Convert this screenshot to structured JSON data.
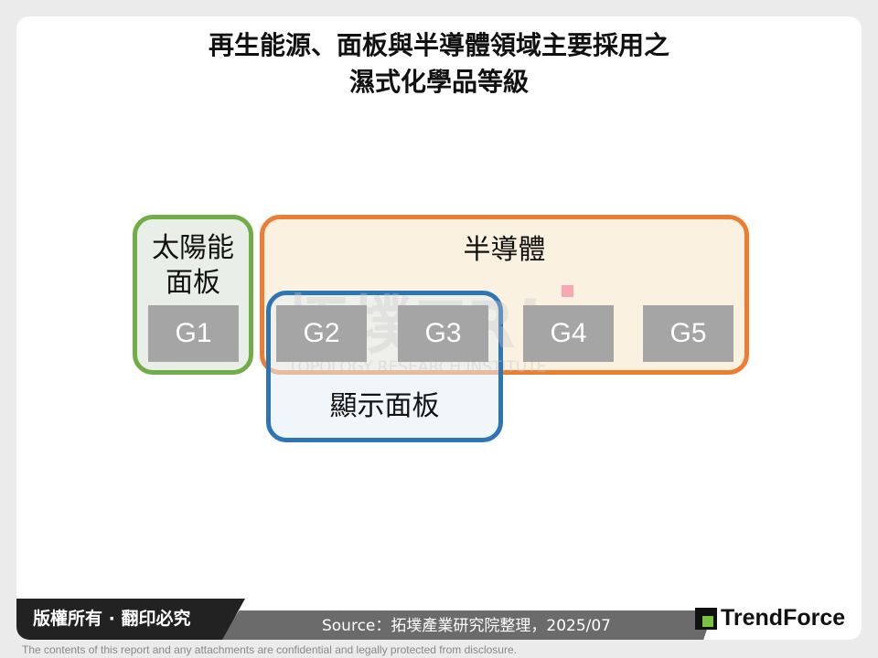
{
  "title": {
    "line1": "再生能源、面板與半導體領域主要採用之",
    "line2": "濕式化學品等級"
  },
  "groups": {
    "solar": "太陽能\n面板",
    "semiconductor": "半導體",
    "display": "顯示面板"
  },
  "grades": [
    "G1",
    "G2",
    "G3",
    "G4",
    "G5"
  ],
  "colors": {
    "solar": "#70ad47",
    "semiconductor": "#ed7d31",
    "display": "#2e75b6",
    "grade": "#a5a5a5"
  },
  "watermark": {
    "text": "拓墣TRi",
    "sub": "TOPOLOGY RESEARCH INSTITUTE"
  },
  "footer": {
    "copyright": "版權所有 · 翻印必究",
    "source": "Source：拓墣產業研究院整理，2025/07",
    "logo": "TrendForce",
    "disclaimer": "The contents of this report and any attachments are confidential and legally protected from disclosure."
  }
}
